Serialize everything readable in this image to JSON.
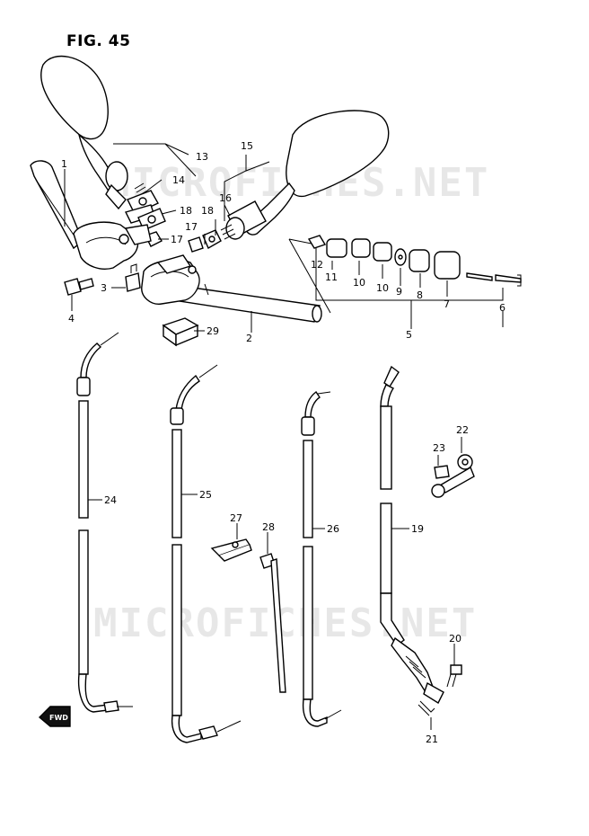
{
  "figure": {
    "title": "FIG. 45"
  },
  "watermarks": [
    "MICROFICHES.NET",
    "MICROFICHES.NET"
  ],
  "fwd_label": "FWD",
  "callouts": {
    "c1": "1",
    "c2": "2",
    "c3": "3",
    "c4": "4",
    "c5": "5",
    "c6": "6",
    "c7": "7",
    "c8": "8",
    "c9": "9",
    "c10a": "10",
    "c10b": "10",
    "c11": "11",
    "c12": "12",
    "c13": "13",
    "c14": "14",
    "c15": "15",
    "c16": "16",
    "c17a": "17",
    "c17b": "17",
    "c18a": "18",
    "c18b": "18",
    "c19": "19",
    "c20": "20",
    "c21": "21",
    "c22": "22",
    "c23": "23",
    "c24": "24",
    "c25": "25",
    "c26": "26",
    "c27": "27",
    "c28": "28",
    "c29": "29"
  }
}
